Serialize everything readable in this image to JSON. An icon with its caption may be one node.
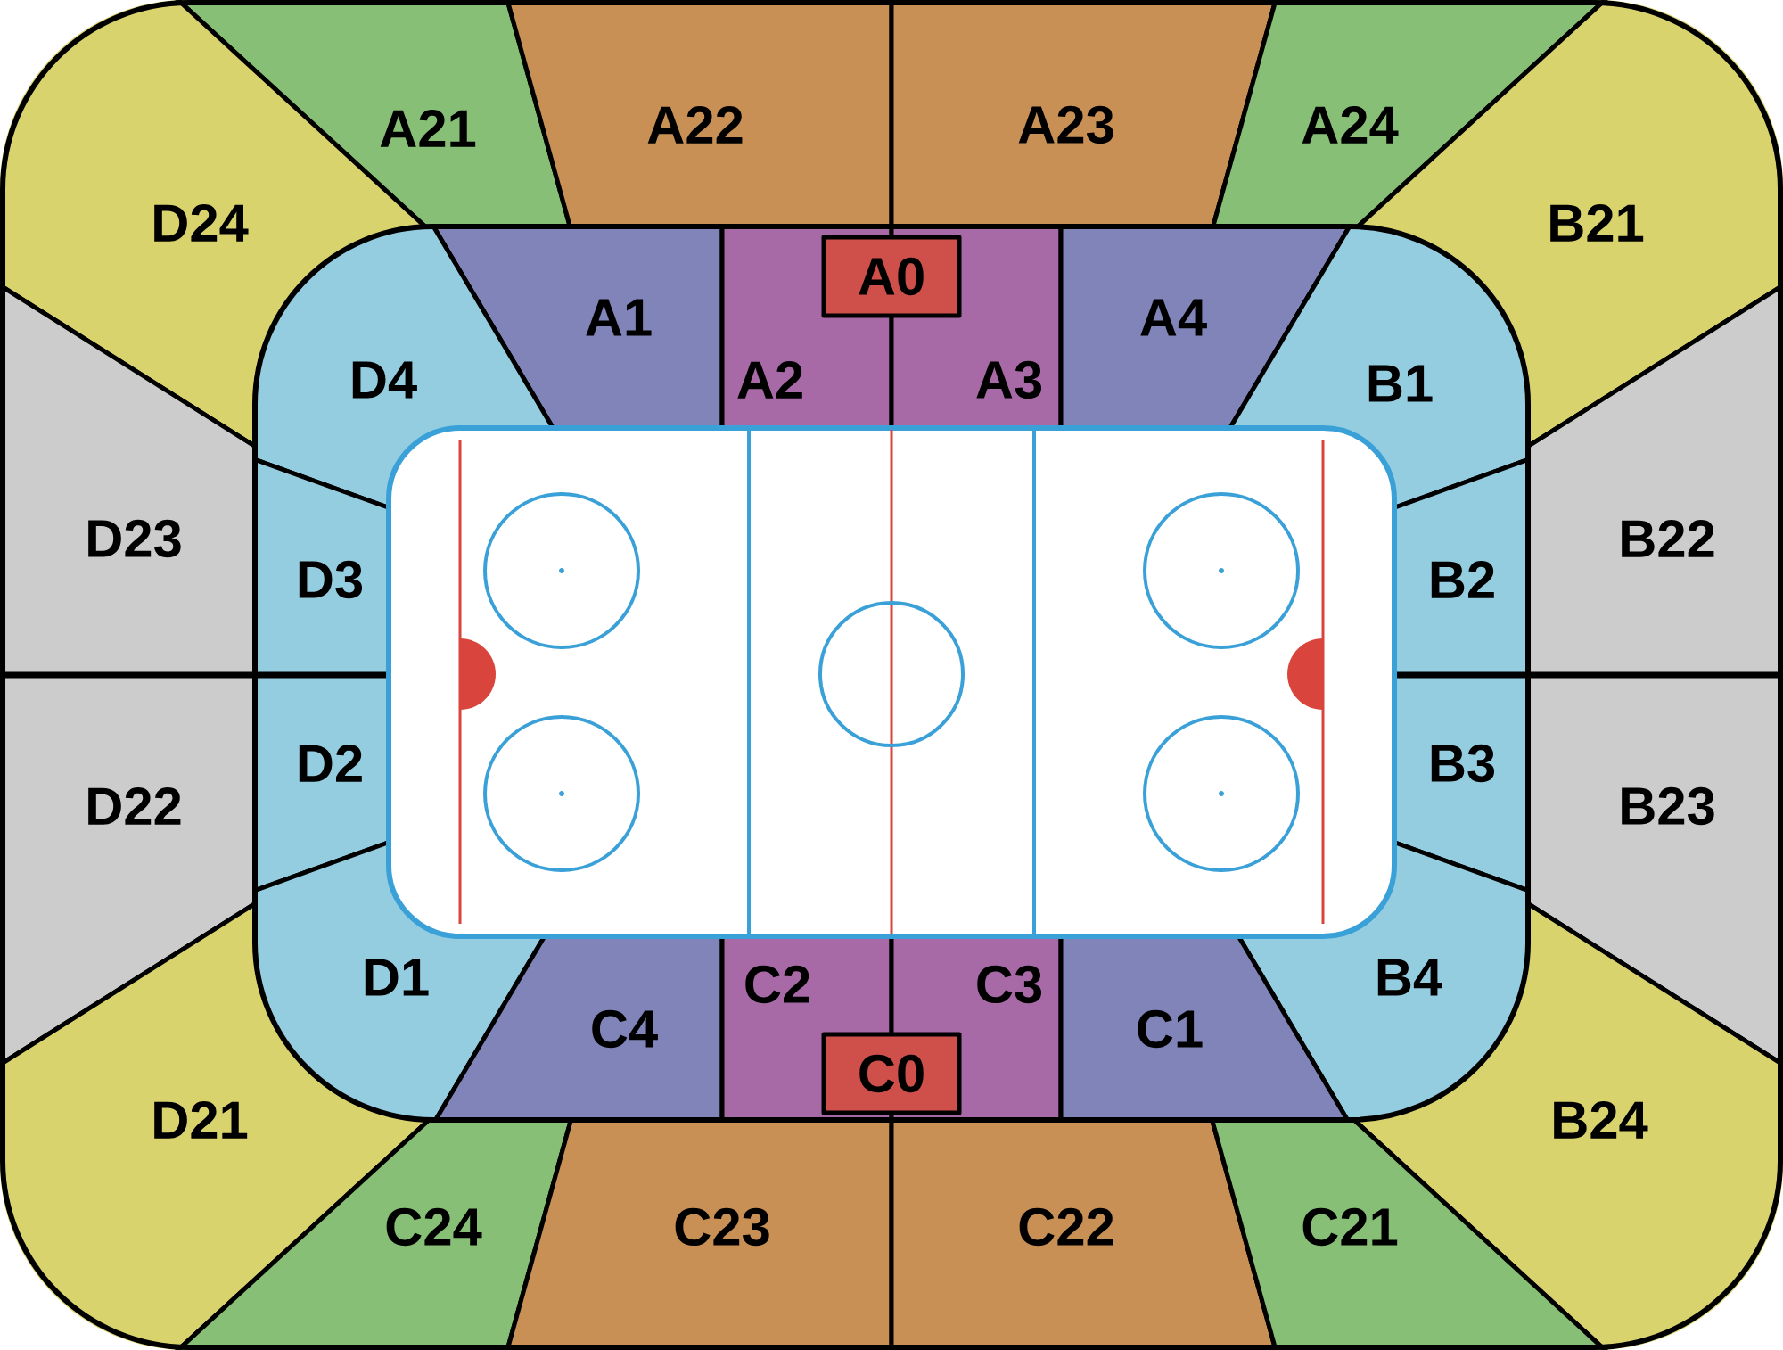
{
  "diagram": {
    "nodes": [
      {
        "text": [
          "A21"
        ]
      },
      {
        "text": [
          "A22"
        ]
      },
      {
        "text": [
          "A23"
        ]
      },
      {
        "text": [
          "A24"
        ]
      },
      {
        "text": [
          "D24"
        ]
      },
      {
        "text": [
          "B21"
        ]
      },
      {
        "text": [
          "A0"
        ]
      },
      {
        "text": [
          "A1"
        ]
      },
      {
        "text": [
          "A2"
        ]
      },
      {
        "text": [
          "A3"
        ]
      },
      {
        "text": [
          "A4"
        ]
      },
      {
        "text": [
          "D4"
        ]
      },
      {
        "text": [
          "B1"
        ]
      },
      {
        "text": [
          "D23"
        ]
      },
      {
        "text": [
          "D3"
        ]
      },
      {
        "text": [
          "B2"
        ]
      },
      {
        "text": [
          "B22"
        ]
      },
      {
        "text": [
          "D22"
        ]
      },
      {
        "text": [
          "D2"
        ]
      },
      {
        "text": [
          "B3"
        ]
      },
      {
        "text": [
          "B23"
        ]
      },
      {
        "text": [
          "D1"
        ]
      },
      {
        "text": [
          "B4"
        ]
      },
      {
        "text": [
          "C4"
        ]
      },
      {
        "text": [
          "C2"
        ]
      },
      {
        "text": [
          "C3"
        ]
      },
      {
        "text": [
          "C1"
        ]
      },
      {
        "text": [
          "C0"
        ]
      },
      {
        "text": [
          "D21"
        ]
      },
      {
        "text": [
          "B24"
        ]
      },
      {
        "text": [
          "C24"
        ]
      },
      {
        "text": [
          "C23"
        ]
      },
      {
        "text": [
          "C22"
        ]
      },
      {
        "text": [
          "C21"
        ]
      }
    ]
  }
}
